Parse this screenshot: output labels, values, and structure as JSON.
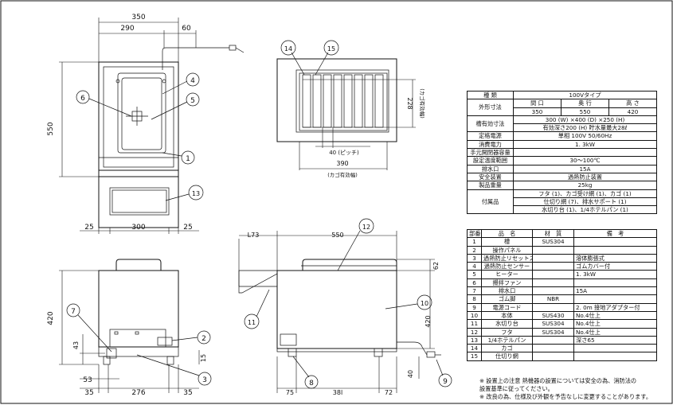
{
  "dims": {
    "front_width": "350",
    "front_inner": "290",
    "front_cord": "60",
    "front_height": "550",
    "front_base_left": "25",
    "front_base_mid": "300",
    "front_base_right": "25",
    "top_pitch": "40 (ピッチ)",
    "top_basket_width": "390",
    "top_basket_width_note": "(カゴ有効幅)",
    "top_depth": "228",
    "top_depth_note": "(カゴ有効幅)",
    "left_height": "420",
    "left_h1": "43",
    "left_h2": "53",
    "left_bottom_l": "35",
    "left_bottom_mid": "276",
    "left_bottom_r": "35",
    "side_l73": "L73",
    "side_width": "550",
    "side_top": "62",
    "side_height": "420",
    "side_h15": "15",
    "side_h40": "40",
    "side_b75": "75",
    "side_b381": "38l",
    "side_b72": "72"
  },
  "callouts": [
    "1",
    "2",
    "3",
    "4",
    "5",
    "6",
    "7",
    "8",
    "9",
    "10",
    "11",
    "12",
    "13",
    "14",
    "15"
  ],
  "spec_table": {
    "rows": [
      {
        "label": "種 類",
        "value": "100Vタイプ"
      },
      {
        "label": "外形寸法",
        "sub": [
          "間 口",
          "奥 行",
          "高 さ"
        ],
        "vals": [
          "350",
          "550",
          "420"
        ]
      },
      {
        "label": "槽有効寸法",
        "value": "300 (W) ×400 (D) ×250 (H)",
        "value2": "有効深さ200 (H)   貯水量最大28ℓ"
      },
      {
        "label": "定格電源",
        "value": "単相  100V 50/60Hz"
      },
      {
        "label": "消費電力",
        "value": "1. 3kW"
      },
      {
        "label": "手元開閉器容量",
        "value": ""
      },
      {
        "label": "設定温度範囲",
        "value": "30～100℃"
      },
      {
        "label": "排水口",
        "value": "15A"
      },
      {
        "label": "安全装置",
        "value": "過熱防止装置"
      },
      {
        "label": "製品重量",
        "value": "25kg"
      },
      {
        "label": "付属品",
        "lines": [
          "フタ (1)、カゴ受け網 (1)、カゴ (1)",
          "仕切り網 (7)、排水サポート (1)",
          "水切り台 (1)、1/4ホテルパン (1)"
        ]
      }
    ]
  },
  "parts_table": {
    "headers": [
      "部番",
      "品　名",
      "材　質",
      "備　考"
    ],
    "rows": [
      [
        "1",
        "槽",
        "SUS304",
        ""
      ],
      [
        "2",
        "操作パネル",
        "",
        ""
      ],
      [
        "3",
        "過熱防止リセットスイッチ",
        "",
        "溶体膨張式"
      ],
      [
        "4",
        "過熱防止センサー",
        "",
        "ゴムカバー付"
      ],
      [
        "5",
        "ヒーター",
        "",
        "1. 3kW"
      ],
      [
        "6",
        "攪拌ファン",
        "",
        ""
      ],
      [
        "7",
        "排水口",
        "",
        "15A"
      ],
      [
        "8",
        "ゴム脚",
        "NBR",
        ""
      ],
      [
        "9",
        "電源コード",
        "",
        "2. 0m  接地アダプター付"
      ],
      [
        "10",
        "本体",
        "SUS430",
        "No.4仕上"
      ],
      [
        "11",
        "水切り台",
        "SUS304",
        "No.4仕上"
      ],
      [
        "12",
        "フタ",
        "SUS304",
        "No.4仕上"
      ],
      [
        "13",
        "1/4ホテルパン",
        "",
        "深さ65"
      ],
      [
        "14",
        "カゴ",
        "",
        ""
      ],
      [
        "15",
        "仕切り網",
        "",
        ""
      ]
    ]
  },
  "notes": [
    "※  設置上の注意  熱機器の設置については安全の為、消防法の",
    "     設置基準に従ってください。",
    "※  改良の為、仕様及び外観を予告なしに変更することがあります。"
  ]
}
